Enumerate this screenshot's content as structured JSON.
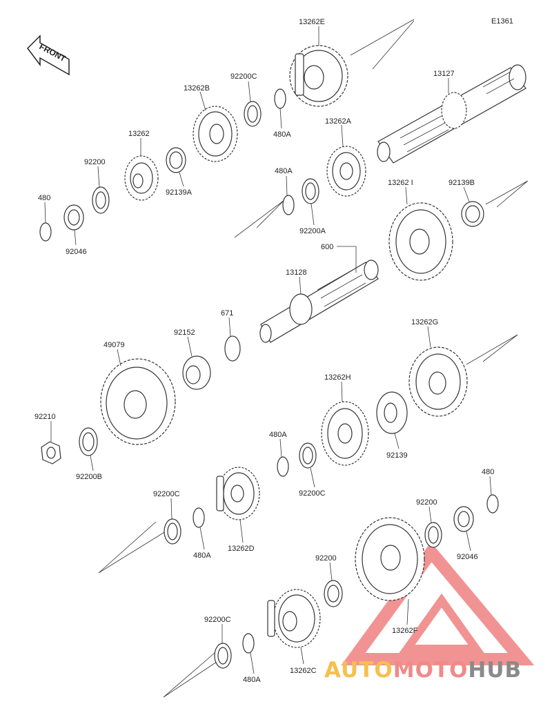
{
  "ref_code": "E1361",
  "front_label": "FRONT",
  "watermark": {
    "part1": "AUTO",
    "part2": "MOTO",
    "part3": "HUB"
  },
  "labels": {
    "p13262E": "13262E",
    "p13127": "13127",
    "p13262B": "13262B",
    "p92200C_a": "92200C",
    "p480A_a": "480A",
    "p13262A": "13262A",
    "p13262": "13262",
    "p92200_a": "92200",
    "p92139A": "92139A",
    "p480A_b": "480A",
    "p480_a": "480",
    "p92046_a": "92046",
    "p92200A": "92200A",
    "p13262I": "13262 I",
    "p92139B": "92139B",
    "p600": "600",
    "p13128": "13128",
    "p671": "671",
    "p92152": "92152",
    "p49079": "49079",
    "p13262G": "13262G",
    "p13262H": "13262H",
    "p92210": "92210",
    "p92200B": "92200B",
    "p480A_c": "480A",
    "p92139": "92139",
    "p92200C_b": "92200C",
    "p13262D": "13262D",
    "p92200C_c": "92200C",
    "p480A_d": "480A",
    "p480_b": "480",
    "p92200_b": "92200",
    "p92046_b": "92046",
    "p92200_c": "92200",
    "p13262F": "13262F",
    "p92200C_d": "92200C",
    "p480A_e": "480A",
    "p13262C": "13262C"
  }
}
